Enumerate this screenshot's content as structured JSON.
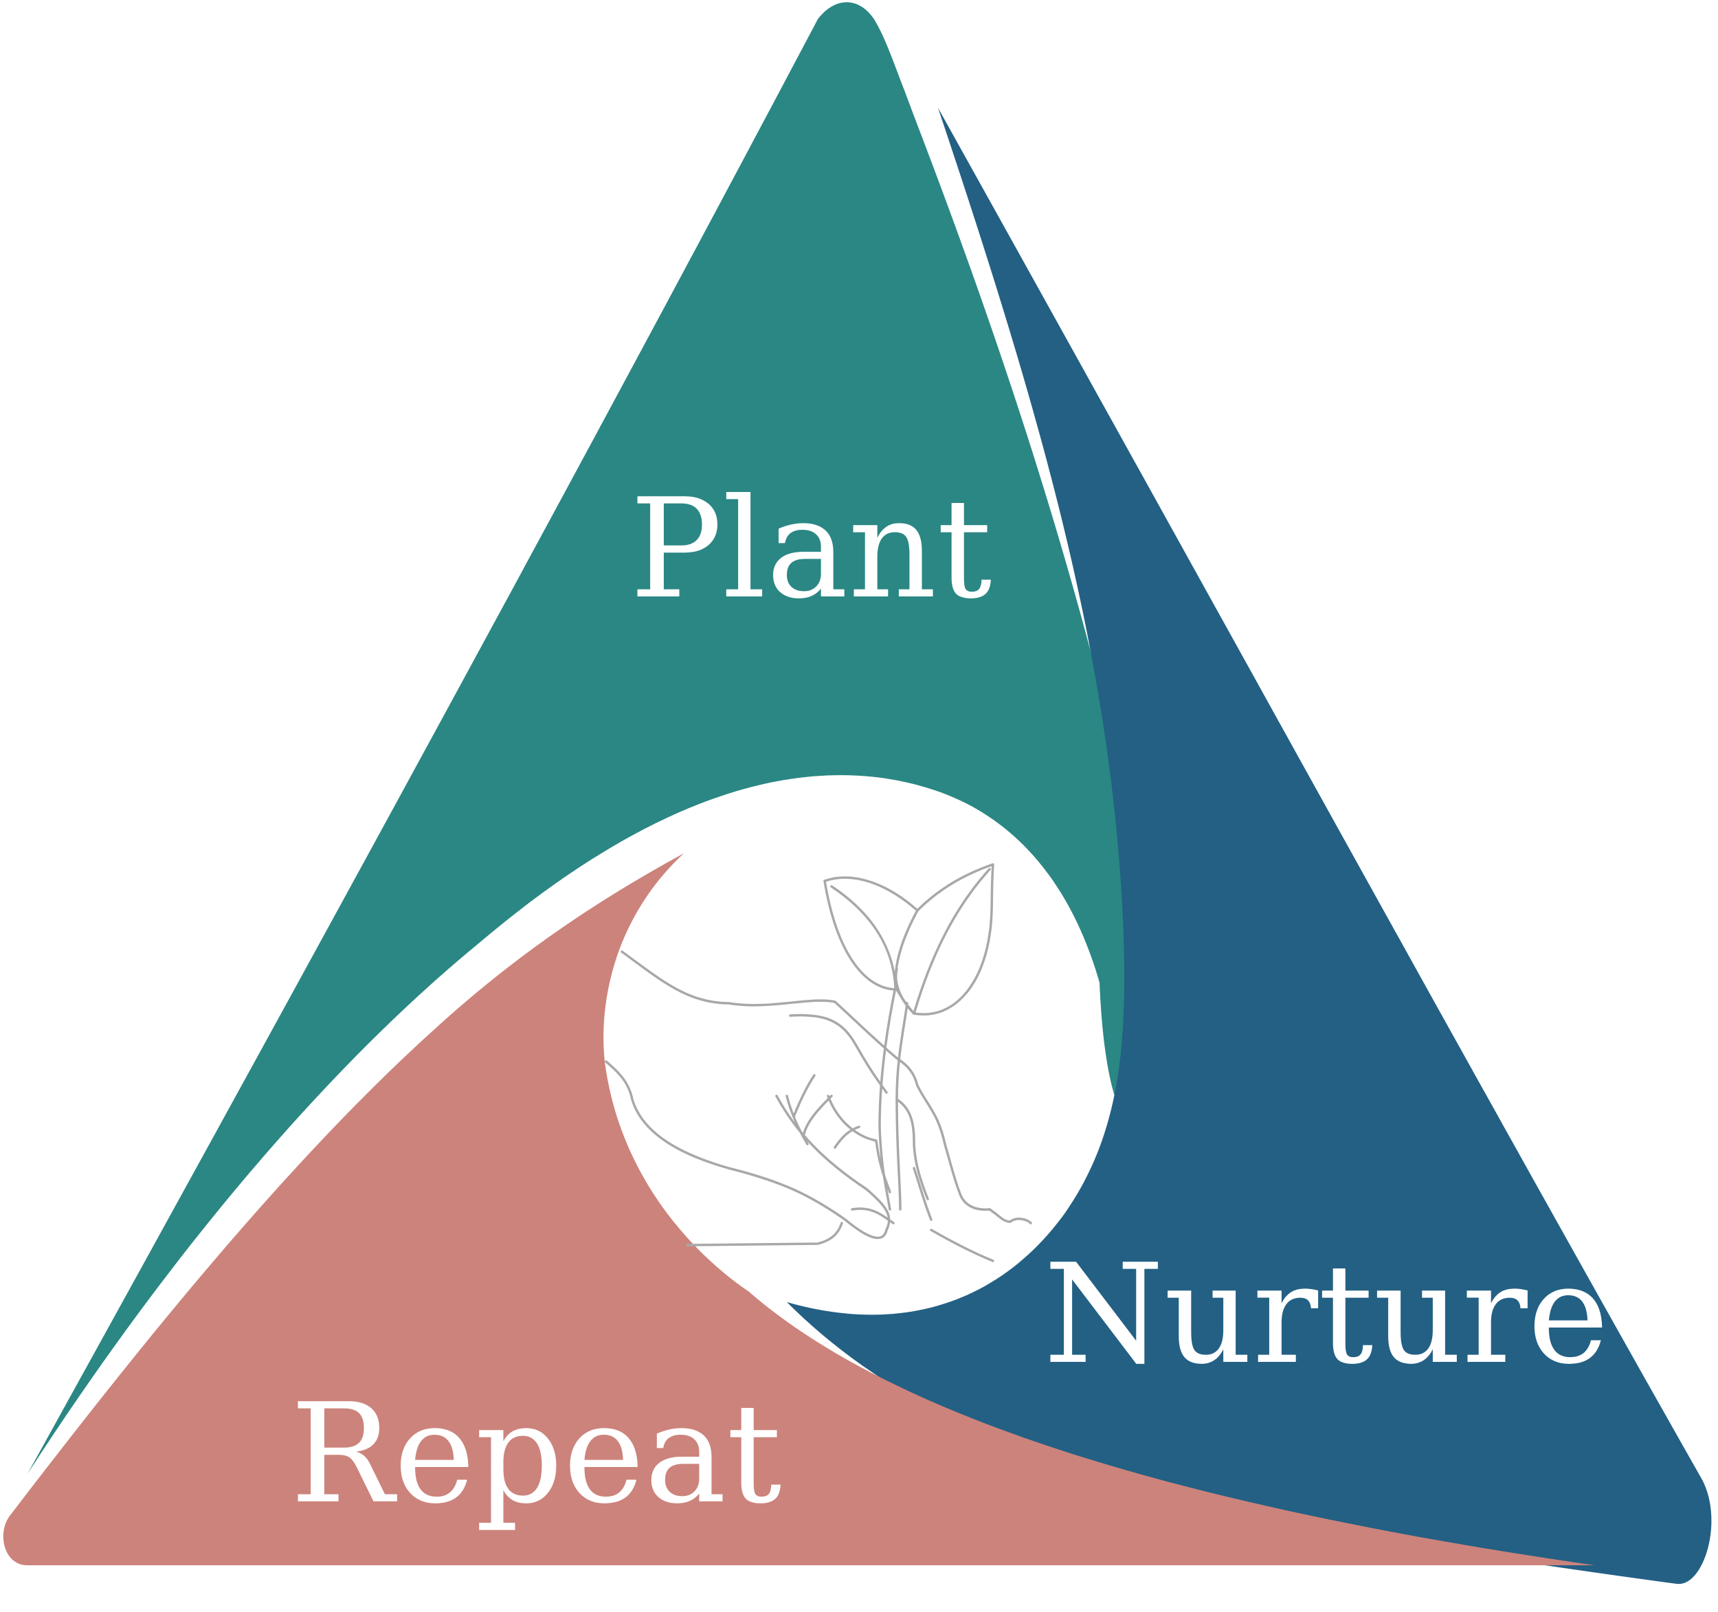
{
  "segments": [
    {
      "id": "plant",
      "label": "Plant",
      "color": "#2a8784"
    },
    {
      "id": "nurture",
      "label": "Nurture",
      "color": "#236084"
    },
    {
      "id": "repeat",
      "label": "Repeat",
      "color": "#cc837b"
    }
  ],
  "illustration": {
    "icon": "hands-planting-seedling-icon",
    "line_color": "#a8a8a8"
  }
}
